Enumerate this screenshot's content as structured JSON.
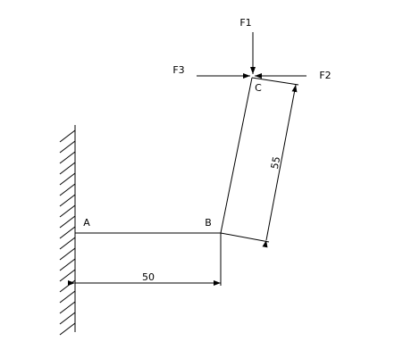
{
  "labels": {
    "point_a": "A",
    "point_b": "B",
    "point_c": "C",
    "force_1": "F1",
    "force_2": "F2",
    "force_3": "F3",
    "dim_ab": "50",
    "dim_bc": "55"
  }
}
